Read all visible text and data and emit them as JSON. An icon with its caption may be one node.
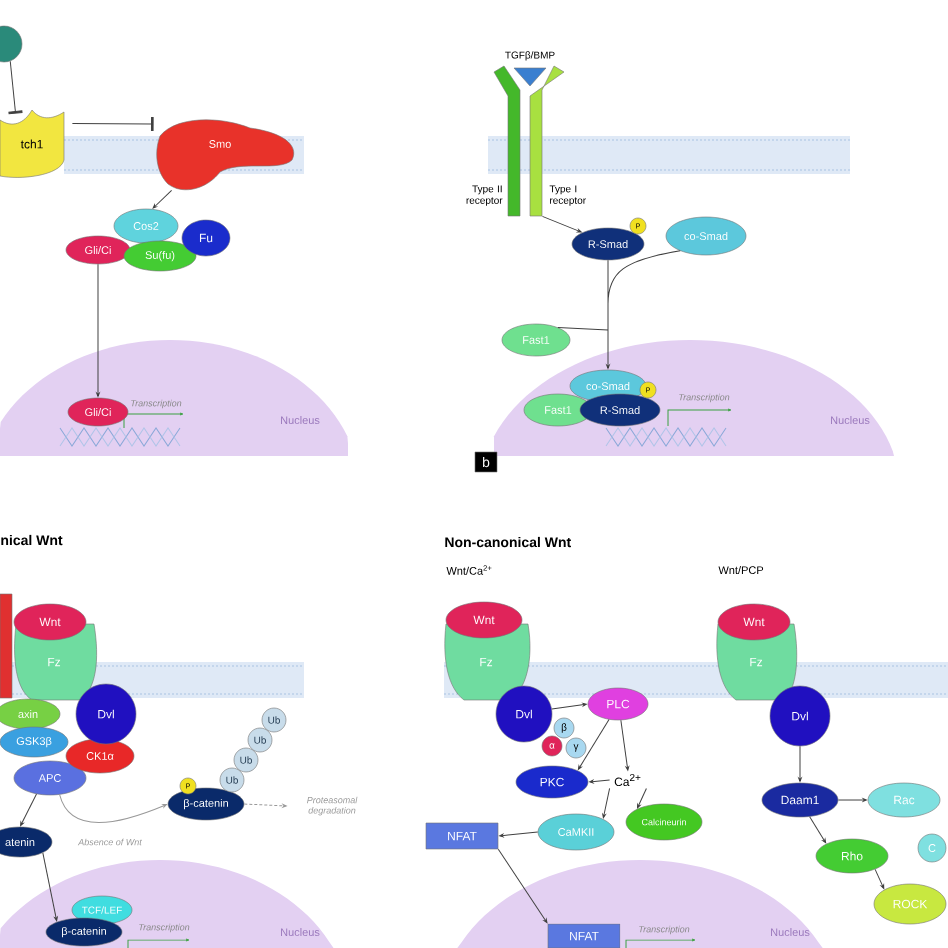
{
  "diagram": {
    "nodes": [
      {
        "text": [],
        "shape": "circle"
      },
      {
        "text": [
          "tch1"
        ]
      },
      {
        "text": [
          "Smo"
        ]
      },
      {
        "text": [
          "Cos2"
        ]
      },
      {
        "text": [
          "Fu"
        ]
      },
      {
        "text": [
          "Su(fu)"
        ]
      },
      {
        "text": [
          "Gli/Ci"
        ]
      },
      {
        "text": [
          "Nucleus"
        ]
      },
      {
        "text": [
          "Gli/Ci"
        ],
        "in": 7
      },
      {
        "text": [
          "TGFβ/BMP"
        ]
      },
      {
        "text": [
          "Type II receptor"
        ]
      },
      {
        "text": [
          "Type I receptor"
        ]
      },
      {
        "text": [
          "R-Smad"
        ]
      },
      {
        "text": [
          "P"
        ]
      },
      {
        "text": [
          "co-Smad"
        ]
      },
      {
        "text": [
          "Fast1"
        ]
      },
      {
        "text": [
          "Nucleus"
        ]
      },
      {
        "text": [
          "co-Smad"
        ],
        "in": 16
      },
      {
        "text": [
          "P"
        ],
        "in": 16
      },
      {
        "text": [
          "Fast1"
        ],
        "in": 16
      },
      {
        "text": [
          "R-Smad"
        ],
        "in": 16
      },
      {
        "text": [
          "b"
        ]
      },
      {
        "text": [],
        "shape": "bar"
      },
      {
        "text": [
          "Wnt"
        ]
      },
      {
        "text": [
          "Fz"
        ]
      },
      {
        "text": [
          "axin"
        ]
      },
      {
        "text": [
          "GSK3β"
        ]
      },
      {
        "text": [
          "Dvl"
        ]
      },
      {
        "text": [
          "CK1α"
        ]
      },
      {
        "text": [
          "APC"
        ]
      },
      {
        "text": [
          "atenin"
        ]
      },
      {
        "text": [
          "Ub"
        ]
      },
      {
        "text": [
          "Ub"
        ]
      },
      {
        "text": [
          "Ub"
        ]
      },
      {
        "text": [
          "Ub"
        ]
      },
      {
        "text": [
          "P"
        ]
      },
      {
        "text": [
          "β-catenin"
        ]
      },
      {
        "text": [
          "Proteasomal degradation"
        ]
      },
      {
        "text": [
          "Nucleus"
        ]
      },
      {
        "text": [
          "TCF/LEF"
        ],
        "in": 38
      },
      {
        "text": [
          "β-catenin"
        ],
        "in": 38
      },
      {
        "text": [
          "Wnt"
        ]
      },
      {
        "text": [
          "Fz"
        ]
      },
      {
        "text": [
          "Dvl"
        ]
      },
      {
        "text": [
          "β"
        ]
      },
      {
        "text": [
          "α"
        ]
      },
      {
        "text": [
          "γ"
        ]
      },
      {
        "text": [
          "PLC"
        ]
      },
      {
        "text": [
          "PKC"
        ]
      },
      {
        "text": [
          "Ca$^{2+}$"
        ]
      },
      {
        "text": [
          "Calcineurin"
        ]
      },
      {
        "text": [
          "NFAT"
        ]
      },
      {
        "text": [
          "CaMKII"
        ]
      },
      {
        "text": [
          "Nucleus"
        ]
      },
      {
        "text": [
          "NFAT"
        ],
        "in": 53
      },
      {
        "text": [
          "Wnt"
        ]
      },
      {
        "text": [
          "Fz"
        ]
      },
      {
        "text": [
          "Dvl"
        ]
      },
      {
        "text": [
          "Daam1"
        ]
      },
      {
        "text": [
          "Rac"
        ]
      },
      {
        "text": [
          "C"
        ]
      },
      {
        "text": [
          "Rho"
        ]
      },
      {
        "text": [
          "ROCK"
        ]
      }
    ],
    "edges": [
      {
        "from": 0,
        "to": 1,
        "arrow": "other"
      },
      {
        "from": 1,
        "to": 2,
        "arrow": "other"
      },
      {
        "from": 2,
        "to": 3,
        "arrow": "to"
      },
      {
        "from": 6,
        "to": 8,
        "arrow": "to"
      },
      {
        "from": 11,
        "to": 12,
        "arrow": "to"
      },
      {
        "from": 12,
        "to": 17,
        "arrow": "to"
      },
      {
        "from": 14,
        "to": 17,
        "arrow": "to"
      },
      {
        "from": 15,
        "to": 17,
        "arrow": "to"
      },
      {
        "from": 29,
        "to": 30,
        "arrow": "to"
      },
      {
        "from": 29,
        "to": 36,
        "arrow": "to",
        "label": "Absence of Wnt",
        "color": "#999999"
      },
      {
        "from": 36,
        "to": 37,
        "arrow": "to",
        "style": "dashed",
        "color": "#999999"
      },
      {
        "from": 30,
        "to": 40,
        "arrow": "to"
      },
      {
        "from": 43,
        "to": 47,
        "arrow": "to"
      },
      {
        "from": 47,
        "to": 48,
        "arrow": "to"
      },
      {
        "from": 47,
        "to": 49,
        "arrow": "to"
      },
      {
        "from": 49,
        "to": 48,
        "arrow": "to"
      },
      {
        "from": 49,
        "to": 52,
        "arrow": "to"
      },
      {
        "from": 49,
        "to": 50,
        "arrow": "to"
      },
      {
        "from": 52,
        "to": 51,
        "arrow": "to"
      },
      {
        "from": 51,
        "to": 54,
        "arrow": "to"
      },
      {
        "from": 57,
        "to": 58,
        "arrow": "to"
      },
      {
        "from": 58,
        "to": 59,
        "arrow": "to"
      },
      {
        "from": 58,
        "to": 61,
        "arrow": "to"
      },
      {
        "from": 61,
        "to": 62,
        "arrow": "to"
      }
    ],
    "labels": [
      "Transcription",
      "Transcription",
      "nical Wnt",
      "Non-canonical Wnt",
      "Wnt/Ca$^{2+}$",
      "Wnt/PCP",
      "Transcription",
      "Transcription"
    ]
  }
}
